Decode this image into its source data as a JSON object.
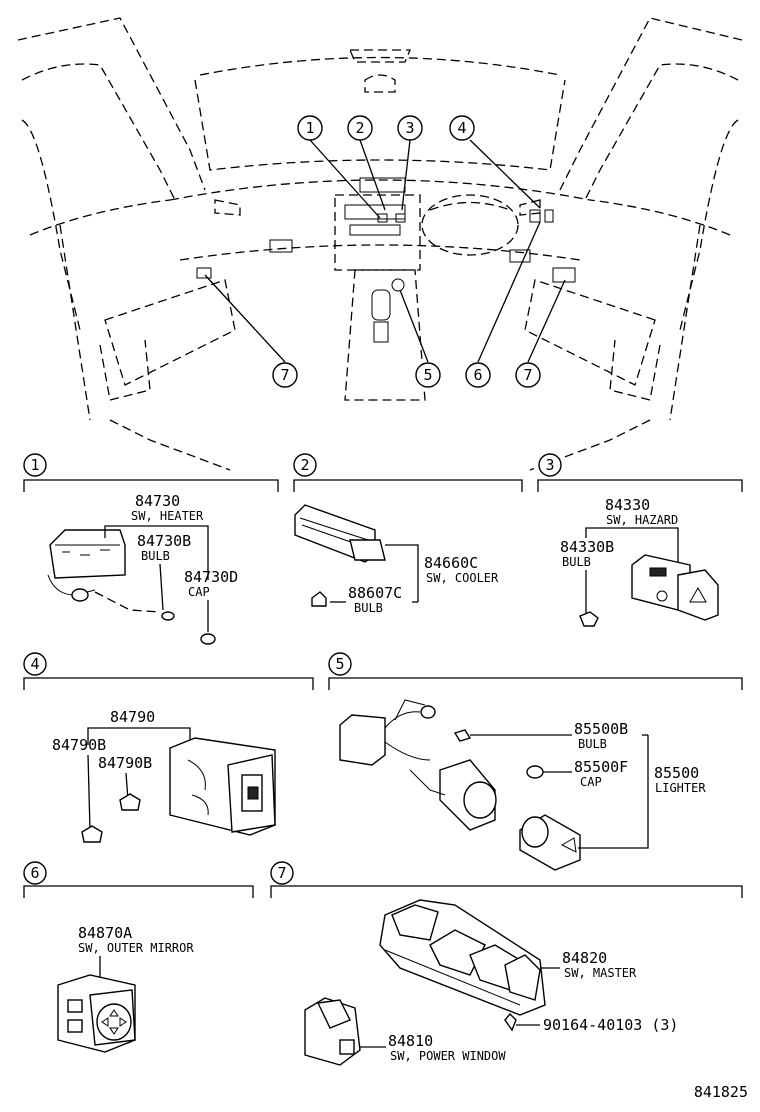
{
  "callouts": {
    "c1": "1",
    "c2": "2",
    "c3": "3",
    "c4": "4",
    "c5": "5",
    "c6": "6",
    "c7a": "7",
    "c7b": "7"
  },
  "sections": {
    "s1": "1",
    "s2": "2",
    "s3": "3",
    "s4": "4",
    "s5": "5",
    "s6": "6",
    "s7": "7"
  },
  "parts": {
    "p84730": {
      "number": "84730",
      "desc": "SW, HEATER"
    },
    "p84730B": {
      "number": "84730B",
      "desc": "BULB"
    },
    "p84730D": {
      "number": "84730D",
      "desc": "CAP"
    },
    "p84660C": {
      "number": "84660C",
      "desc": "SW, COOLER"
    },
    "p88607C": {
      "number": "88607C",
      "desc": "BULB"
    },
    "p84330": {
      "number": "84330",
      "desc": "SW, HAZARD"
    },
    "p84330B": {
      "number": "84330B",
      "desc": "BULB"
    },
    "p84790": {
      "number": "84790"
    },
    "p84790B_a": {
      "number": "84790B"
    },
    "p84790B_b": {
      "number": "84790B"
    },
    "p85500B": {
      "number": "85500B",
      "desc": "BULB"
    },
    "p85500F": {
      "number": "85500F",
      "desc": "CAP"
    },
    "p85500": {
      "number": "85500",
      "desc": "LIGHTER"
    },
    "p84870A": {
      "number": "84870A",
      "desc": "SW, OUTER MIRROR"
    },
    "p84820": {
      "number": "84820",
      "desc": "SW, MASTER"
    },
    "p90164": {
      "number": "90164-40103 (3)"
    },
    "p84810": {
      "number": "84810",
      "desc": "SW, POWER WINDOW"
    }
  },
  "diagram_id": "841825"
}
